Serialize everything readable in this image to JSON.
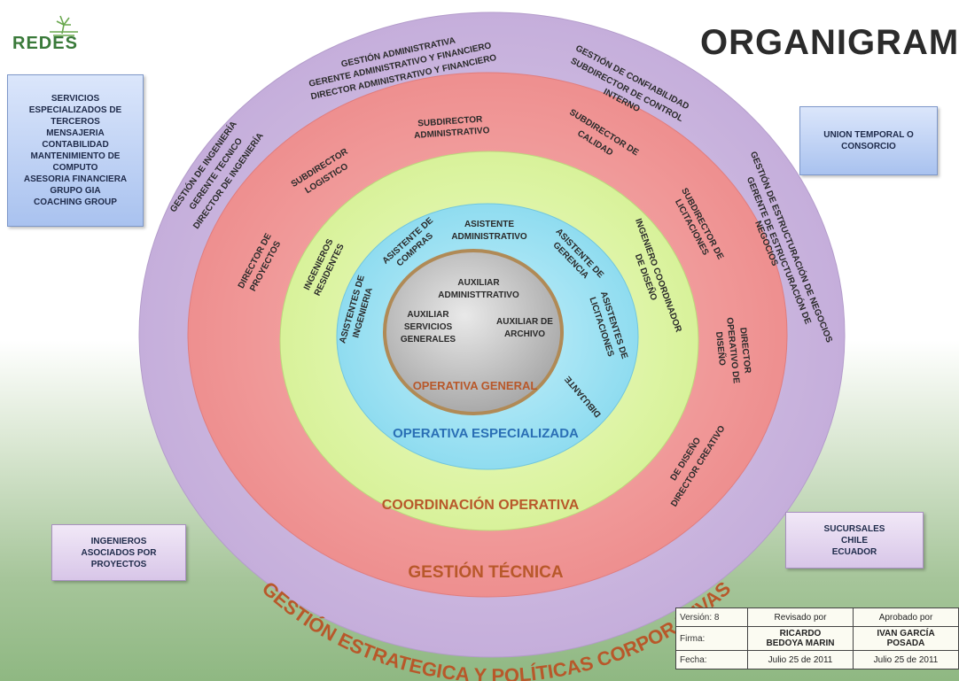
{
  "title": "ORGANIGRAMA",
  "logo": {
    "text": "REDES"
  },
  "colors": {
    "outer_ring": "#cdb7df",
    "pink_ring": "#f4a0a2",
    "green_ring": "#e3f7b3",
    "cyan_ring": "#a9e6f5",
    "center_disc": "#c9c9c9",
    "center_border": "#b08a56",
    "label_dark": "#2a2a2a",
    "orange_label": "#b8582a"
  },
  "boxes": {
    "servicios": [
      "SERVICIOS",
      "ESPECIALIZADOS DE",
      "TERCEROS",
      "MENSAJERIA",
      "CONTABILIDAD",
      "MANTENIMIENTO DE",
      "COMPUTO",
      "ASESORIA FINANCIERA",
      "GRUPO GIA",
      "COACHING GROUP"
    ],
    "union_temporal": [
      "UNION TEMPORAL O",
      "CONSORCIO"
    ],
    "ingenieros_asociados": [
      "INGENIEROS",
      "ASOCIADOS POR",
      "PROYECTOS"
    ],
    "sucursales": [
      "SUCURSALES",
      "CHILE",
      "ECUADOR"
    ]
  },
  "rings": {
    "outer_label": "GESTIÓN ESTRATEGICA Y POLÍTICAS CORPORATIVAS",
    "gestion_tecnica": "GESTIÓN TÉCNICA",
    "coordinacion": "COORDINACIÓN OPERATIVA",
    "especializada": "OPERATIVA ESPECIALIZADA",
    "general": "OPERATIVA GENERAL"
  },
  "outer_ring_labels": {
    "gestion_admin": [
      "GESTIÓN ADMINISTRATIVA",
      "GERENTE ADMINISTRATIVO Y FINANCIERO",
      "DIRECTOR ADMINISTRATIVO Y FINANCIERO"
    ],
    "gestion_confiabilidad": [
      "GESTIÓN DE CONFIABILIDAD",
      "SUBDIRECTOR DE CONTROL",
      "INTERNO"
    ],
    "gestion_ingenieria": [
      "GESTIÓN DE INGENIERÍA",
      "GERENTE TECNICO",
      "DIRECTOR DE INGENIERÍA"
    ],
    "gestion_estructuracion": [
      "GESTIÓN DE ESTRUCTURACIÓN DE NEGOCIOS",
      "GERENTE DE ESTRUCTURACIÓN DE",
      "NEGOCIOS"
    ]
  },
  "pink_ring_labels": {
    "sub_admin": [
      "SUBDIRECTOR",
      "ADMINISTRATIVO"
    ],
    "sub_calidad": [
      "SUBDIRECTOR DE",
      "CALIDAD"
    ],
    "sub_logistico": [
      "SUBDIRECTOR",
      "LOGISTICO"
    ],
    "sub_licitaciones": [
      "SUBDIRECTOR DE",
      "LICITACIONES"
    ],
    "director_proyectos": [
      "DIRECTOR DE",
      "PROYECTOS"
    ],
    "director_operativo": [
      "DIRECTOR",
      "OPERATIVO DE",
      "DISEÑO"
    ],
    "director_creativo": [
      "DIRECTOR CREATIVO",
      "DE DISEÑO"
    ]
  },
  "green_ring_labels": {
    "ingenieros_residentes": [
      "INGENIEROS",
      "RESIDENTES"
    ],
    "ingeniero_coordinador": [
      "INGENIERO COORDINADOR",
      "DE DISEÑO"
    ]
  },
  "cyan_ring_labels": {
    "asistente_admin": [
      "ASISTENTE",
      "ADMINISTRATIVO"
    ],
    "asistente_compras": [
      "ASISTENTE DE",
      "COMPRAS"
    ],
    "asistente_gerencia": [
      "ASISTENTE DE",
      "GERENCIA"
    ],
    "asistentes_ingenieria": [
      "ASISTENTES DE",
      "INGENIERIA"
    ],
    "asistentes_licitaciones": [
      "ASISTENTES DE",
      "LICITACIONES"
    ],
    "dibujante": [
      "DIBUJANTE"
    ]
  },
  "center_labels": {
    "auxiliar_admin": [
      "AUXILIAR",
      "ADMINISTTRATIVO"
    ],
    "auxiliar_servicios": [
      "AUXILIAR",
      "SERVICIOS",
      "GENERALES"
    ],
    "auxiliar_archivo": [
      "AUXILIAR DE",
      "ARCHIVO"
    ]
  },
  "signature_table": {
    "version": "Versión: 8",
    "revisado_header": "Revisado por",
    "aprobado_header": "Aprobado por",
    "firma_label": "Firma:",
    "revisado_name": [
      "RICARDO",
      "BEDOYA MARIN"
    ],
    "aprobado_name": [
      "IVAN GARCÍA",
      "POSADA"
    ],
    "fecha_label": "Fecha:",
    "revisado_fecha": "Julio 25 de 2011",
    "aprobado_fecha": "Julio 25 de 2011"
  }
}
